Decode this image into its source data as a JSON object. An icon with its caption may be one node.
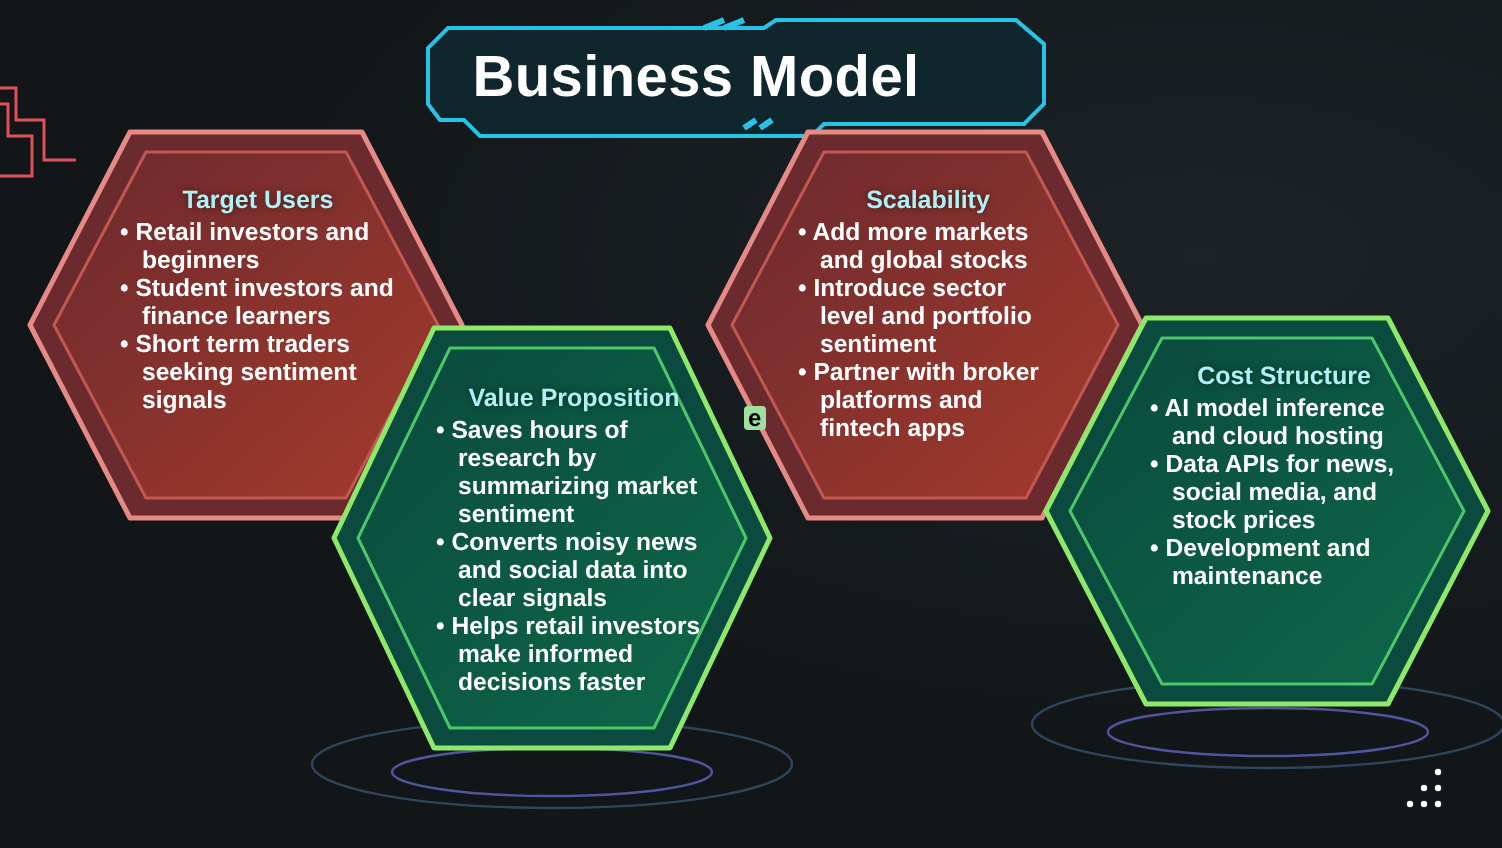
{
  "diagram": {
    "title": "Business Model",
    "nodes": [
      {
        "text": [
          "Target Users",
          "• Retail investors and beginners",
          "• Student investors and finance learners",
          "• Short term traders seeking sentiment signals"
        ]
      },
      {
        "text": [
          "Value Proposition",
          "• Saves hours of research by summarizing market sentiment",
          "• Converts noisy news and social data into clear signals",
          "• Helps retail investors make informed decisions faster"
        ]
      },
      {
        "text": [
          "Scalability",
          "• Add more markets and global stocks",
          "• Introduce sector level and portfolio sentiment",
          "• Partner with broker platforms and fintech apps"
        ]
      },
      {
        "text": [
          "Cost Structure",
          "• AI model inference  and cloud hosting",
          "• Data APIs for news, social media, and stock prices",
          "• Development and maintenance"
        ]
      }
    ],
    "labels": [
      "e"
    ]
  }
}
